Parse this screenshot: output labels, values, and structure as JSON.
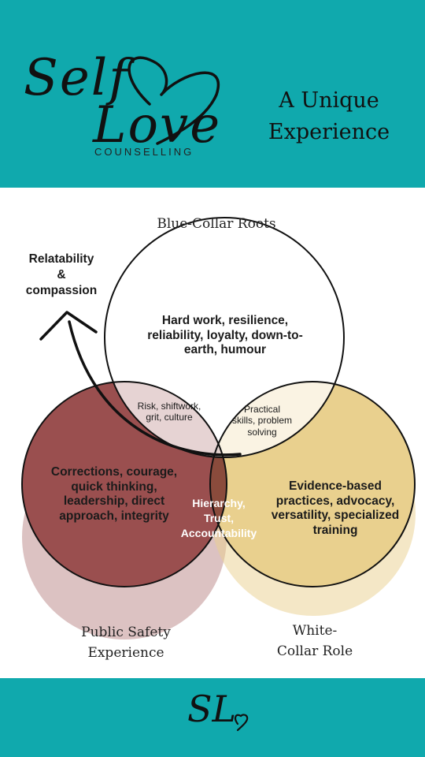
{
  "header": {
    "logo_line1": "Self",
    "logo_line2": "Love",
    "logo_sub": "COUNSELLING",
    "tagline_line1": "A Unique",
    "tagline_line2": "Experience"
  },
  "diagram": {
    "circles": {
      "top": {
        "title": "Blue-Collar Roots",
        "text": "Hard work, resilience, reliability, loyalty, down-to-earth, humour"
      },
      "left": {
        "title_line1": "Public Safety",
        "title_line2": "Experience",
        "text": "Corrections, courage, quick thinking, leadership, direct approach, integrity"
      },
      "right": {
        "title_line1": "White-",
        "title_line2": "Collar Role",
        "text": "Evidence-based practices, advocacy, versatility, specialized training"
      }
    },
    "overlaps": {
      "top_left": "Risk, shiftwork, grit, culture",
      "top_right": "Practical skills, problem solving",
      "center_line1": "Hierarchy,",
      "center_line2": "Trust,",
      "center_line3": "Accountability"
    },
    "arrow_label_line1": "Relatability",
    "arrow_label_line2": "&",
    "arrow_label_line3": "compassion",
    "colors": {
      "teal": "#10a9ad",
      "maroon": "#9a4f4f",
      "gold": "#e9d08e"
    }
  },
  "footer": {
    "monogram": "SL"
  }
}
